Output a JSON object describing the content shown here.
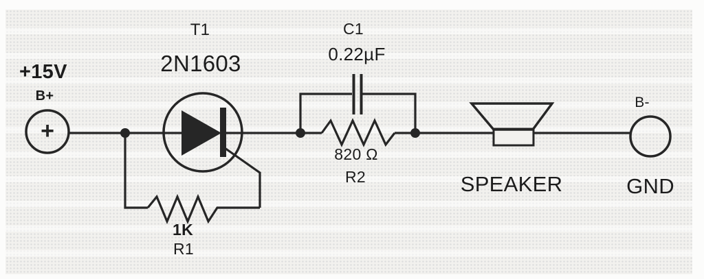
{
  "diagram": {
    "type": "circuit-schematic",
    "description": "Code practice oscillator schematic: B+ supply through transistor T1, R2 with C1 bypass, speaker to B- ground; R1 feedback to gate",
    "power_source": {
      "voltage": "+15V",
      "terminal": "B+",
      "polarity_symbol": "+"
    },
    "transistor": {
      "designator": "T1",
      "part_number": "2N1603"
    },
    "capacitor": {
      "designator": "C1",
      "value": "0.22µF"
    },
    "resistor_r2": {
      "value": "820 Ω",
      "designator": "R2"
    },
    "resistor_r1": {
      "value": "1K",
      "designator": "R1"
    },
    "speaker": {
      "label": "SPEAKER"
    },
    "ground": {
      "terminal": "B-",
      "label": "GND"
    }
  },
  "colors": {
    "line": "#262626",
    "text": "#1c1c1c",
    "paper": "#fcfcfb",
    "scan": "#f2f1ee"
  }
}
